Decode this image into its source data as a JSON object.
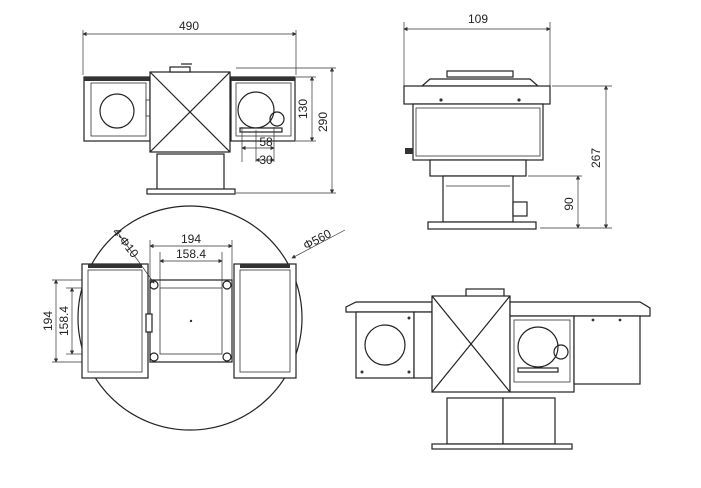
{
  "dimensions": {
    "front_width": "490",
    "front_height_total": "290",
    "front_height_housing": "130",
    "lens_offset_58": "58",
    "lens_offset_30": "30",
    "side_width": "109",
    "side_height_total": "267",
    "side_base_height": "90",
    "top_circle_diameter": "Φ560",
    "top_hole_diameter": "4-Φ10",
    "top_center_width": "194",
    "top_center_inner": "158.4",
    "top_left_height": "194",
    "top_left_inner": "158.4"
  },
  "colors": {
    "line": "#222222",
    "background": "#ffffff"
  }
}
